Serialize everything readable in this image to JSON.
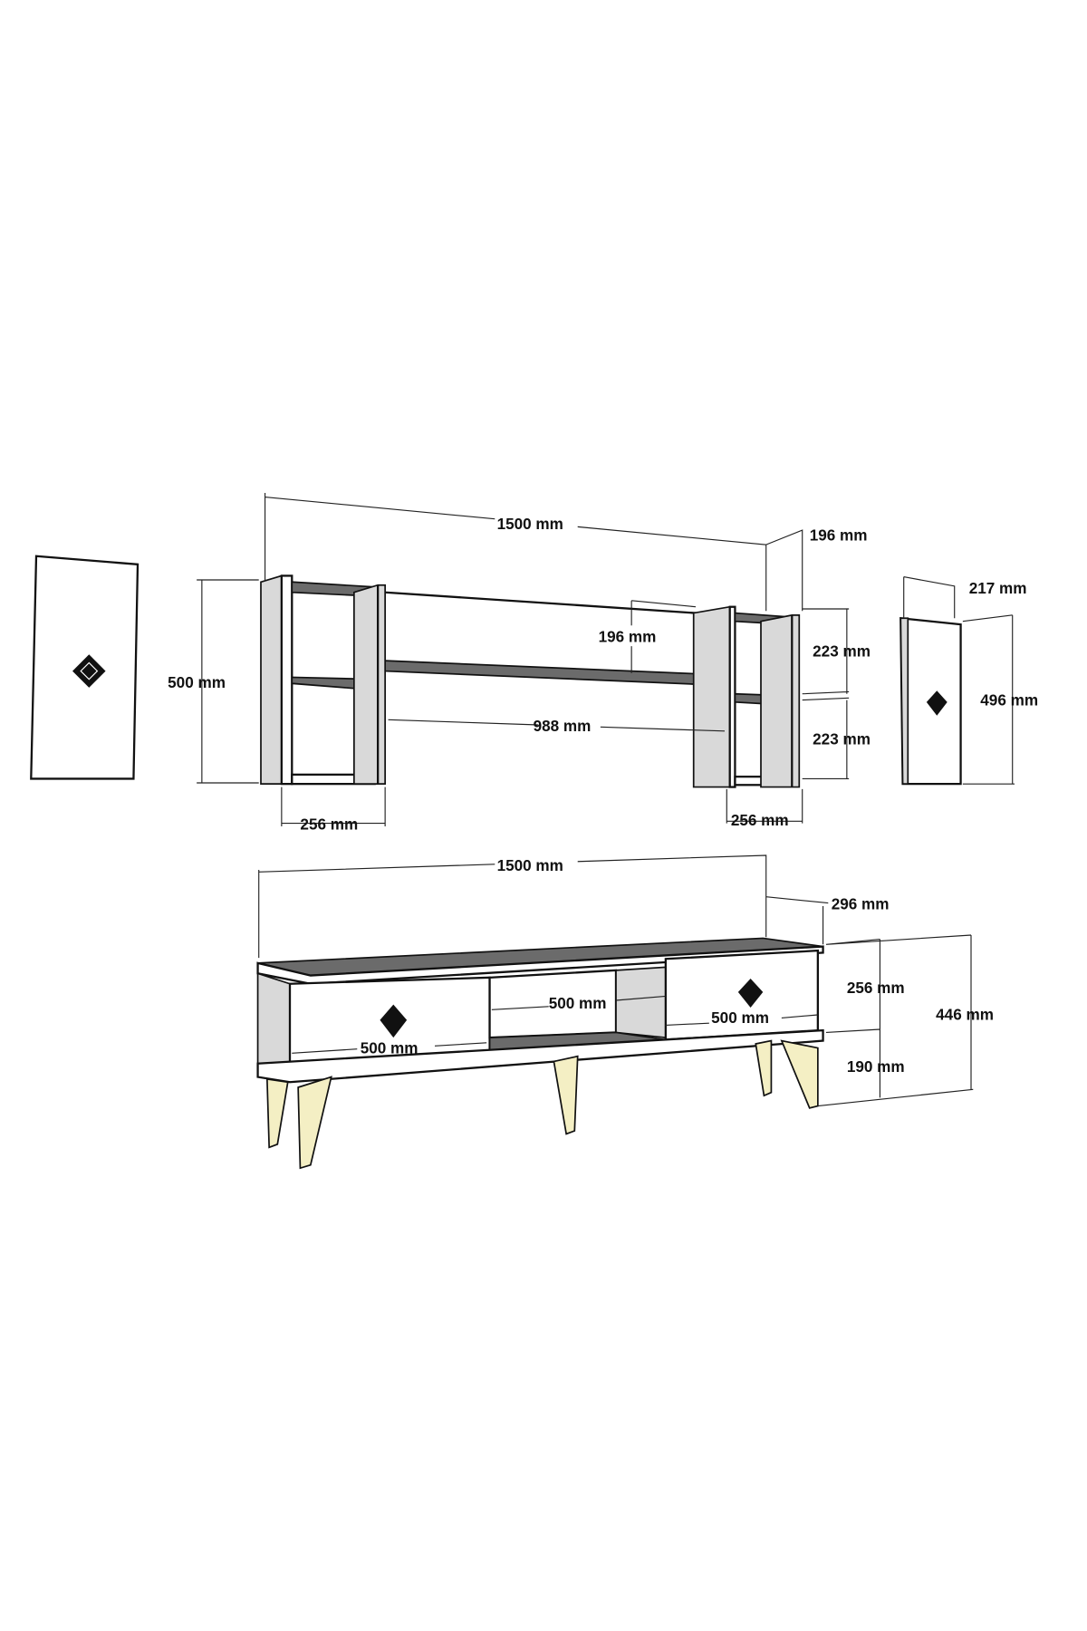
{
  "wall_unit": {
    "width": "1500 mm",
    "depth": "196 mm",
    "height": "500 mm",
    "inner_depth": "196 mm",
    "shelf_upper": "223 mm",
    "shelf_lower": "223 mm",
    "middle_shelf_width": "988 mm",
    "left_module_width": "256 mm",
    "right_module_width": "256 mm"
  },
  "side_panel": {
    "depth": "217 mm",
    "height": "496 mm"
  },
  "tv_stand": {
    "width": "1500 mm",
    "depth": "296 mm",
    "body_height": "256 mm",
    "leg_height": "190 mm",
    "total_height": "446 mm",
    "left_door_width": "500 mm",
    "middle_opening_width": "500 mm",
    "right_door_width": "500 mm"
  },
  "colors": {
    "body": "#ffffff",
    "side": "#d9d9d9",
    "top": "#6b6b6b",
    "legs": "#f4efc4"
  }
}
